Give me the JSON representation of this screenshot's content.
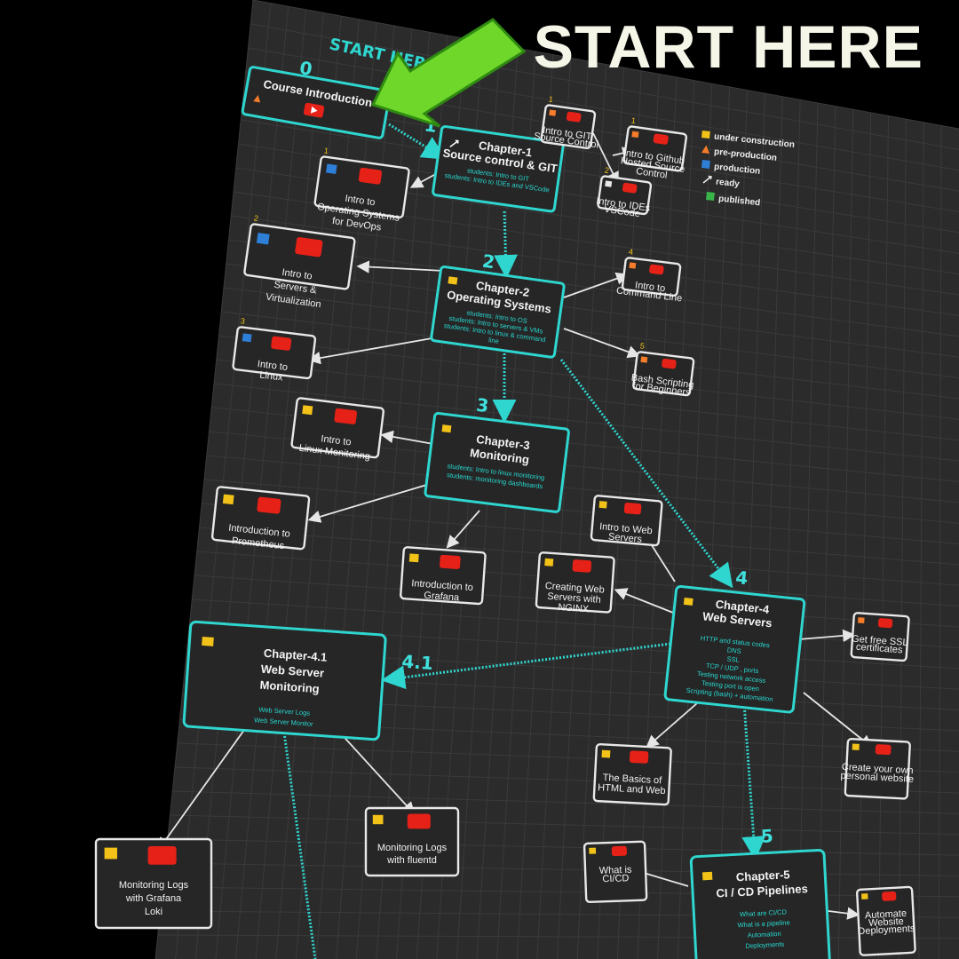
{
  "banner": {
    "text": "START HERE"
  },
  "start_label": "START HERE",
  "legend": [
    {
      "icon": "construction-icon",
      "label": "under construction"
    },
    {
      "icon": "cone-icon",
      "label": "pre-production"
    },
    {
      "icon": "blue-box-icon",
      "label": "production"
    },
    {
      "icon": "rocket-icon",
      "label": "ready"
    },
    {
      "icon": "check-icon",
      "label": "published"
    }
  ],
  "nodes": {
    "course_intro": {
      "num": "0",
      "title": "Course Introduction"
    },
    "ch1": {
      "num": "1",
      "title": "Chapter-1",
      "subtitle": "Source control & GIT",
      "bullets": [
        "students: Intro to GIT",
        "students: Intro to IDEs and VSCode"
      ]
    },
    "git": {
      "num": "1",
      "lines": [
        "Intro to GIT",
        "Source Control"
      ]
    },
    "github": {
      "num": "1",
      "lines": [
        "Intro to Github",
        "Hosted Source",
        "Control"
      ]
    },
    "ides": {
      "num": "2",
      "lines": [
        "Intro to IDEs",
        "VSCode"
      ]
    },
    "os_devops": {
      "num": "1",
      "lines": [
        "Intro to",
        "Operating Systems",
        "for DevOps"
      ]
    },
    "servers": {
      "num": "2",
      "lines": [
        "Intro to",
        "Servers &",
        "Virtualization"
      ]
    },
    "ch2": {
      "num": "2",
      "title": "Chapter-2",
      "subtitle": "Operating Systems",
      "bullets": [
        "students: Intro to OS",
        "students: Intro to servers & VMs",
        "students: Intro to linux & command",
        "line"
      ]
    },
    "cmd": {
      "num": "4",
      "lines": [
        "Intro to",
        "Command Line"
      ]
    },
    "linux": {
      "num": "3",
      "lines": [
        "Intro to",
        "Linux"
      ]
    },
    "bash": {
      "num": "5",
      "lines": [
        "Bash Scripting",
        "for Beginners"
      ]
    },
    "linux_mon": {
      "num": "",
      "lines": [
        "Intro to",
        "Linux Monitoring"
      ]
    },
    "ch3": {
      "num": "3",
      "title": "Chapter-3",
      "subtitle": "Monitoring",
      "bullets": [
        "students: Intro to linux monitoring",
        "students: monitoring dashboards"
      ]
    },
    "prometheus": {
      "num": "",
      "lines": [
        "Introduction to",
        "Prometheus"
      ]
    },
    "grafana": {
      "num": "",
      "lines": [
        "Introduction to",
        "Grafana"
      ]
    },
    "web_servers_intro": {
      "num": "",
      "lines": [
        "Intro to Web",
        "Servers"
      ]
    },
    "nginx": {
      "num": "",
      "lines": [
        "Creating Web",
        "Servers with",
        "NGINX"
      ]
    },
    "ch4": {
      "num": "4",
      "title": "Chapter-4",
      "subtitle": "Web Servers",
      "bullets": [
        "HTTP and status codes",
        "DNS",
        "SSL",
        "TCP / UDP , ports",
        "Testing network access",
        "Testing port is open",
        "Scripting (bash) + automation"
      ]
    },
    "ssl": {
      "num": "",
      "lines": [
        "Get free SSL",
        "certificates"
      ]
    },
    "ch41": {
      "num": "4.1",
      "title": "Chapter-4.1",
      "subtitle": "Web Server",
      "subtitle2": "Monitoring",
      "bullets": [
        "Web Server Logs",
        "Web Server Monitor"
      ]
    },
    "html_web": {
      "num": "",
      "lines": [
        "The Basics of",
        "HTML and Web"
      ]
    },
    "personal_site": {
      "num": "",
      "lines": [
        "Create your own",
        "personal website"
      ]
    },
    "logs_grafana": {
      "num": "",
      "lines": [
        "Monitoring Logs",
        "with Grafana",
        "Loki"
      ]
    },
    "logs_fluentd": {
      "num": "",
      "lines": [
        "Monitoring Logs",
        "with fluentd"
      ]
    },
    "cicd_what": {
      "num": "",
      "lines": [
        "What is",
        "CI/CD"
      ]
    },
    "ch5": {
      "num": "5",
      "title": "Chapter-5",
      "subtitle": "CI / CD Pipelines",
      "bullets": [
        "What are CI/CD",
        "What is a pipeline",
        "Automation",
        "Deployments"
      ]
    },
    "automate": {
      "num": "",
      "lines": [
        "Automate",
        "Website",
        "Deployments"
      ]
    }
  }
}
